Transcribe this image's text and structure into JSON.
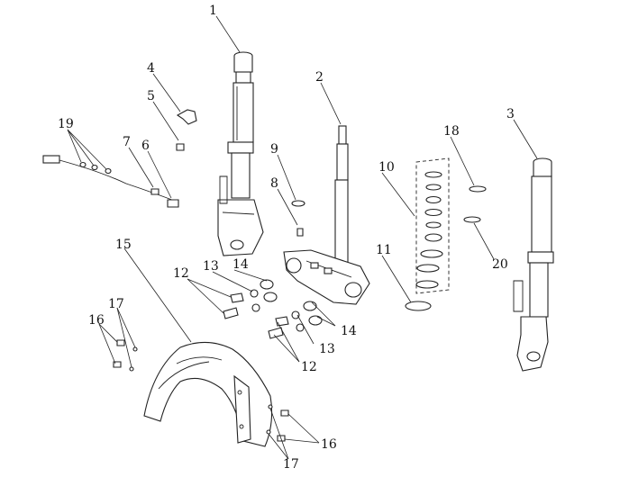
{
  "diagram": {
    "callouts": [
      {
        "id": "c1",
        "text": "1"
      },
      {
        "id": "c2",
        "text": "2"
      },
      {
        "id": "c3",
        "text": "3"
      },
      {
        "id": "c4",
        "text": "4"
      },
      {
        "id": "c5",
        "text": "5"
      },
      {
        "id": "c6",
        "text": "6"
      },
      {
        "id": "c7",
        "text": "7"
      },
      {
        "id": "c8",
        "text": "8"
      },
      {
        "id": "c9",
        "text": "9"
      },
      {
        "id": "c10",
        "text": "10"
      },
      {
        "id": "c11",
        "text": "11"
      },
      {
        "id": "c12a",
        "text": "12"
      },
      {
        "id": "c12b",
        "text": "12"
      },
      {
        "id": "c13a",
        "text": "13"
      },
      {
        "id": "c13b",
        "text": "13"
      },
      {
        "id": "c14a",
        "text": "14"
      },
      {
        "id": "c14b",
        "text": "14"
      },
      {
        "id": "c15",
        "text": "15"
      },
      {
        "id": "c16a",
        "text": "16"
      },
      {
        "id": "c16b",
        "text": "16"
      },
      {
        "id": "c17a",
        "text": "17"
      },
      {
        "id": "c17b",
        "text": "17"
      },
      {
        "id": "c18",
        "text": "18"
      },
      {
        "id": "c19",
        "text": "19"
      },
      {
        "id": "c20",
        "text": "20"
      }
    ]
  }
}
